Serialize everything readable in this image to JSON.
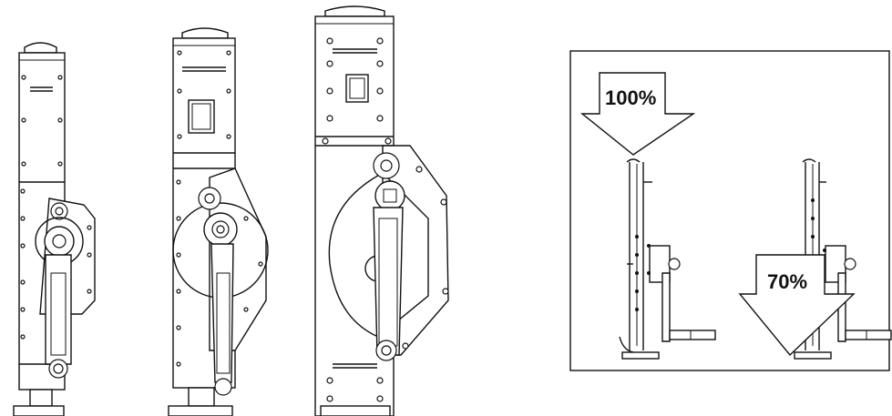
{
  "figure": {
    "load_panel": {
      "label_full": "100%",
      "label_reduced": "70%",
      "value_full": 100,
      "value_reduced": 70
    }
  },
  "colors": {
    "line": "#111111",
    "background": "#ffffff"
  },
  "icons": [
    "jack-small-drawing",
    "jack-medium-drawing",
    "jack-large-drawing",
    "load-arrow-100",
    "load-arrow-70"
  ]
}
